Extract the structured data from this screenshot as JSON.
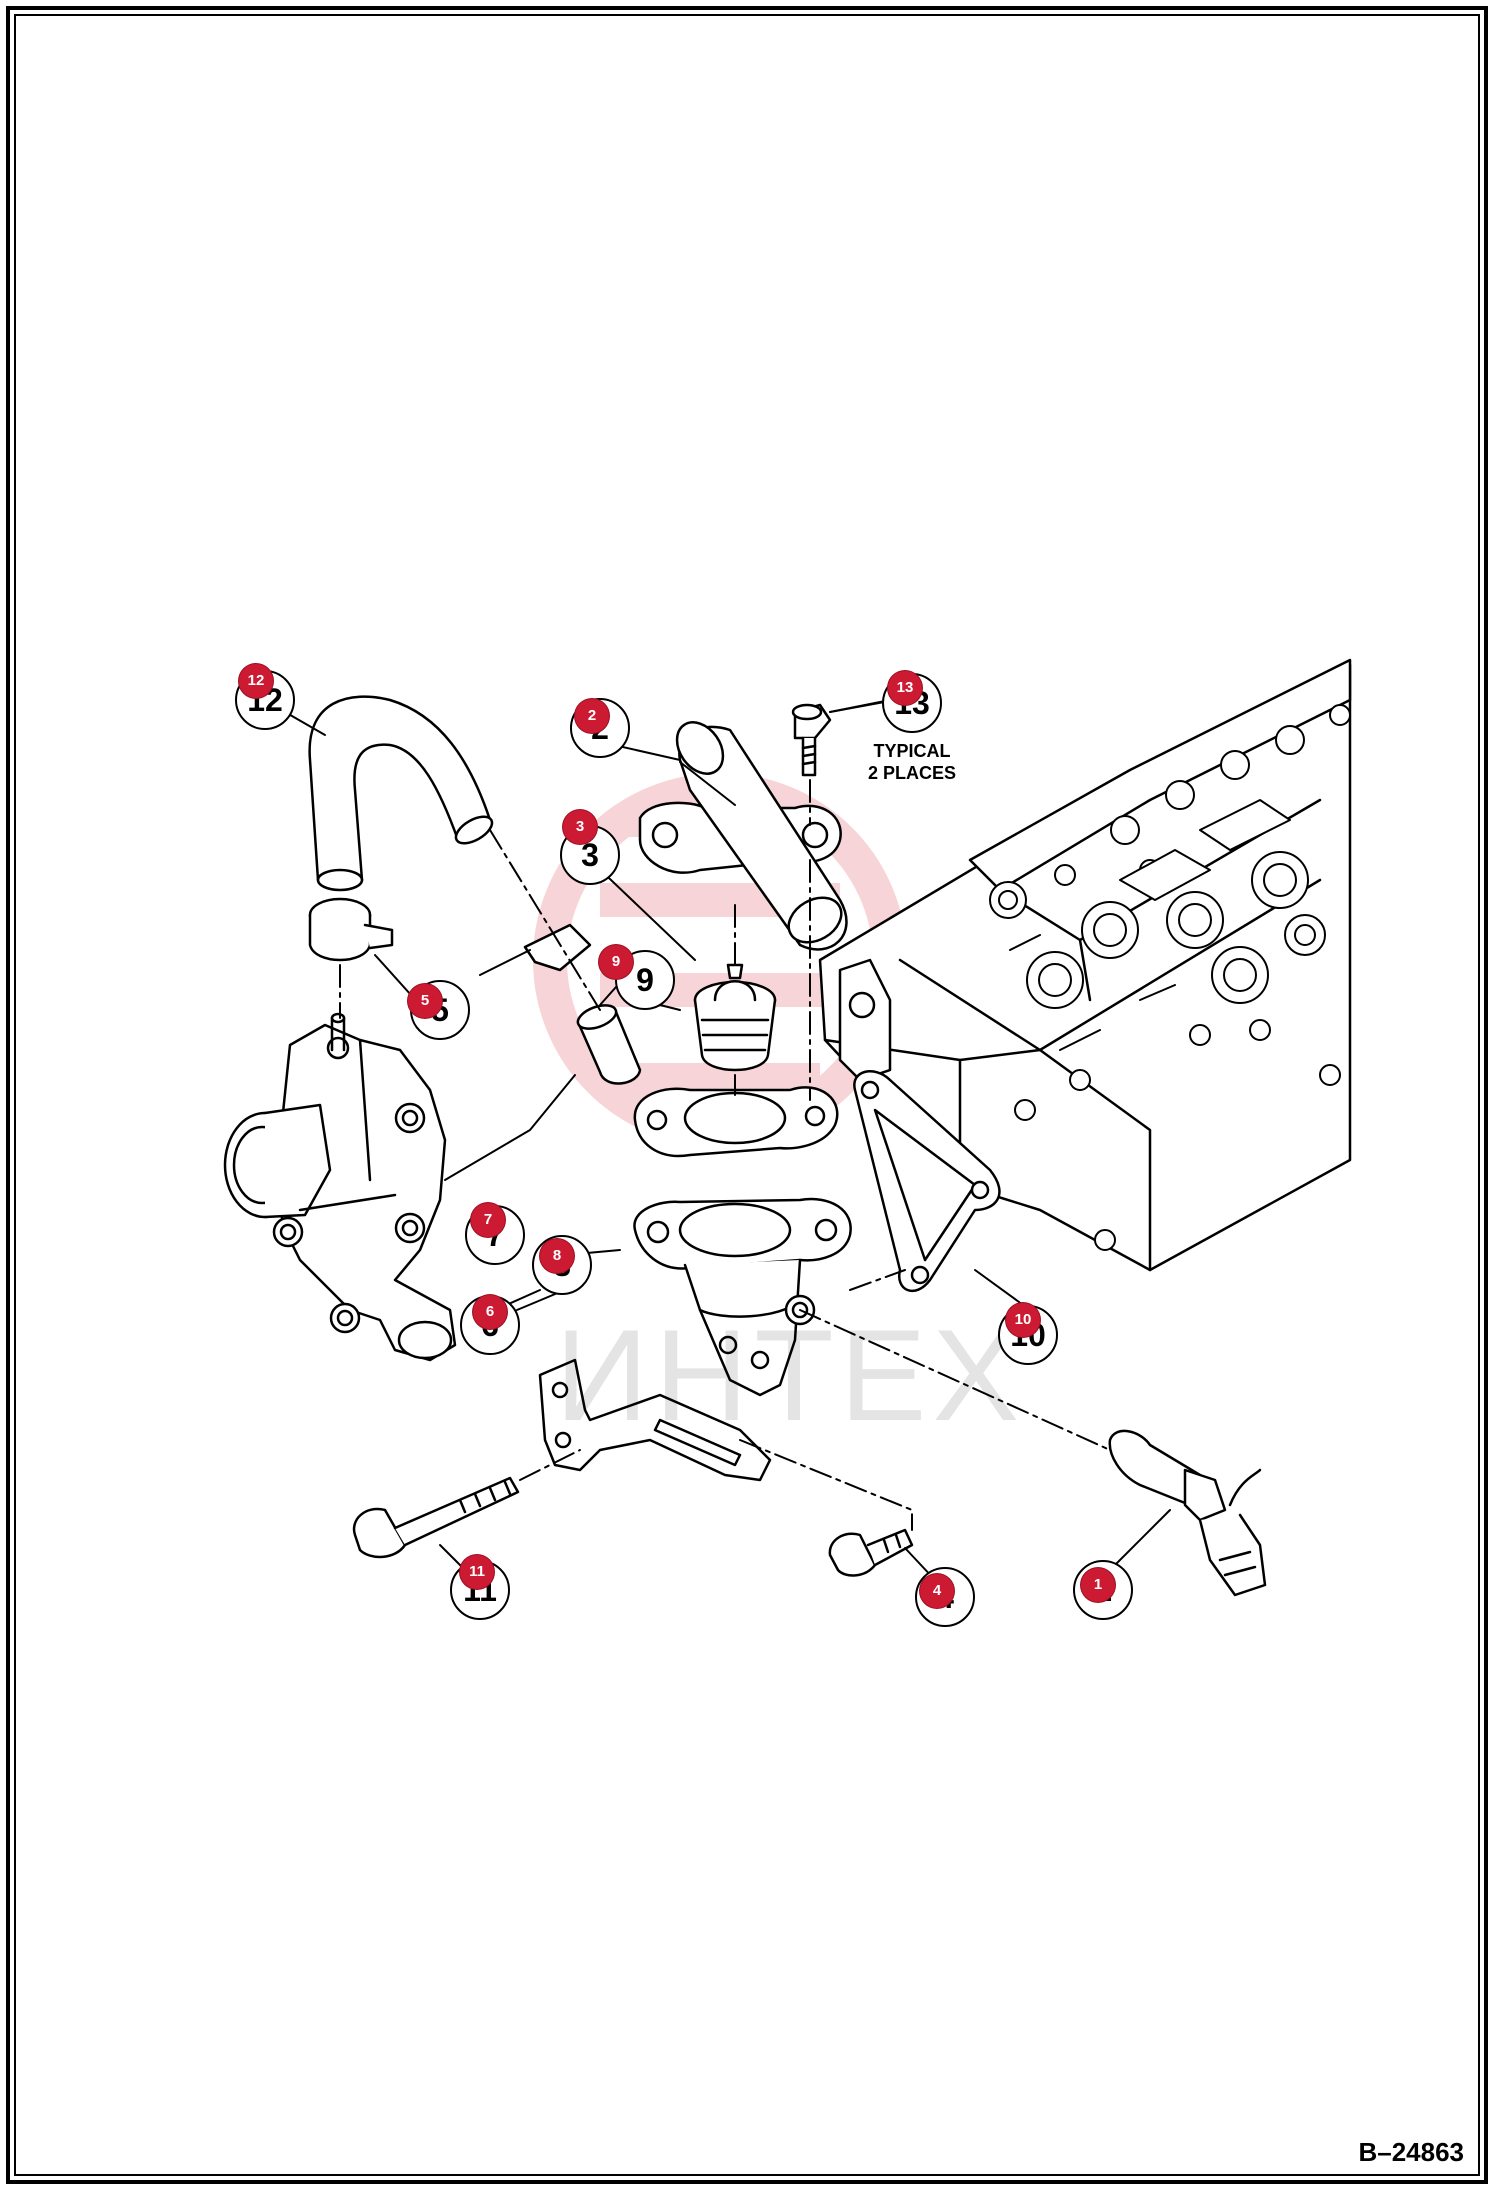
{
  "figure": {
    "figure_number": "B–24863",
    "note": [
      "TYPICAL",
      "2 PLACES"
    ],
    "watermark_text": "ИНТЕХ",
    "accent_color": "#cc1a33"
  },
  "callouts": [
    {
      "number": "1"
    },
    {
      "number": "2"
    },
    {
      "number": "3"
    },
    {
      "number": "4"
    },
    {
      "number": "5"
    },
    {
      "number": "6"
    },
    {
      "number": "7"
    },
    {
      "number": "8"
    },
    {
      "number": "9"
    },
    {
      "number": "10"
    },
    {
      "number": "11"
    },
    {
      "number": "12"
    },
    {
      "number": "13"
    }
  ]
}
